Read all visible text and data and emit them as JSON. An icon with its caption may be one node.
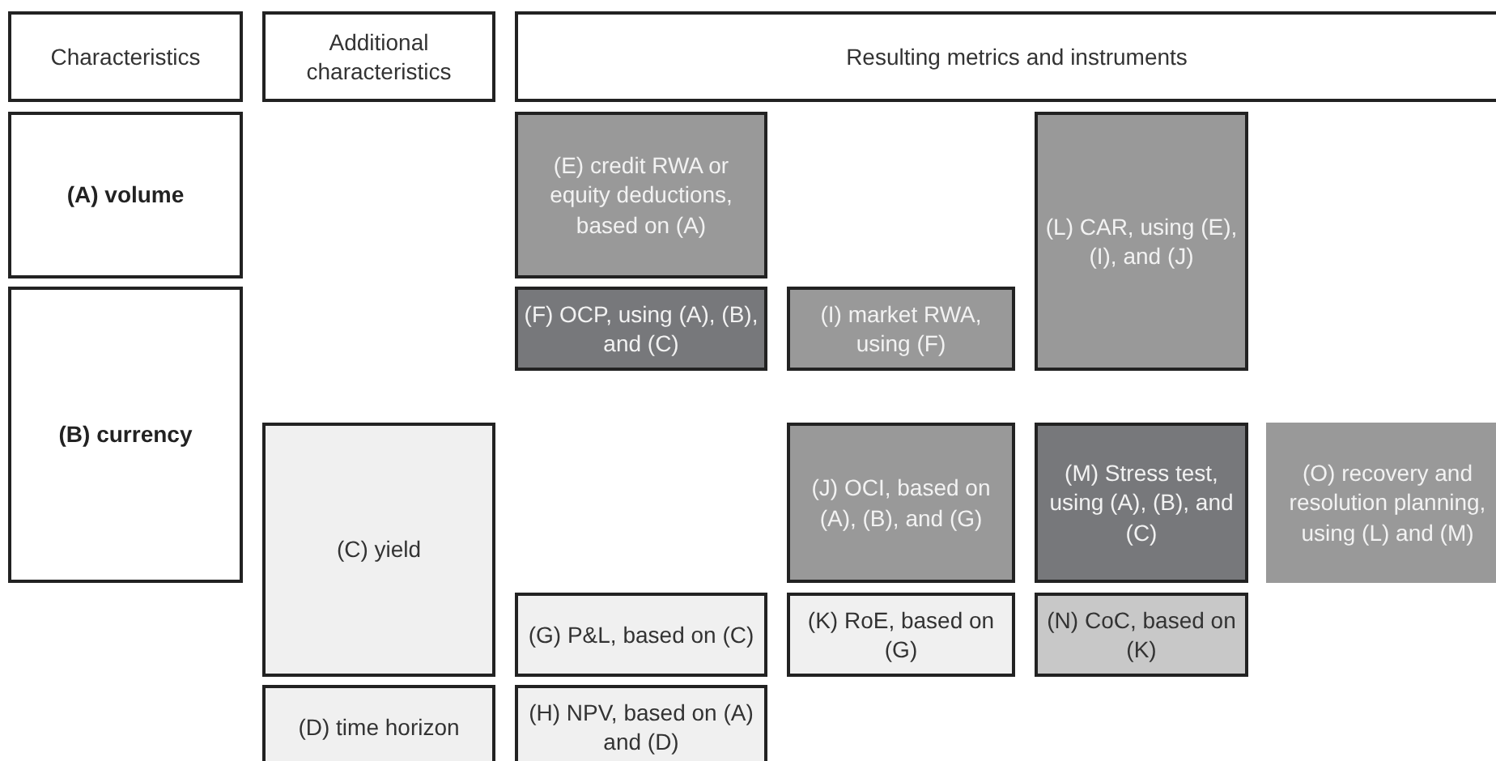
{
  "diagram": {
    "nodes": [
      {
        "text": [
          "Characteristics"
        ]
      },
      {
        "text": [
          "Additional characteristics"
        ]
      },
      {
        "text": [
          "Resulting metrics and instruments"
        ]
      },
      {
        "text": [
          "(A) volume"
        ]
      },
      {
        "text": [
          "(E) credit RWA or equity deductions, based on (A)"
        ]
      },
      {
        "text": [
          "(L) CAR, using (E), (I), and (J)"
        ]
      },
      {
        "text": [
          "(B) currency"
        ]
      },
      {
        "text": [
          "(F) OCP, using (A), (B), and (C)"
        ]
      },
      {
        "text": [
          "(I) market RWA, using (F)"
        ]
      },
      {
        "text": [
          "(C) yield"
        ]
      },
      {
        "text": [
          "(J) OCI, based on (A), (B), and (G)"
        ]
      },
      {
        "text": [
          "(M) Stress test, using (A), (B), and (C)"
        ]
      },
      {
        "text": [
          "(O) recovery and resolution planning, using (L) and (M)"
        ]
      },
      {
        "text": [
          "(G) P&L, based on (C)"
        ]
      },
      {
        "text": [
          "(K) RoE, based on (G)"
        ]
      },
      {
        "text": [
          "(N) CoC, based on (K)"
        ]
      },
      {
        "text": [
          "(D) time horizon"
        ]
      },
      {
        "text": [
          "(H) NPV, based on (A) and (D)"
        ]
      }
    ]
  }
}
